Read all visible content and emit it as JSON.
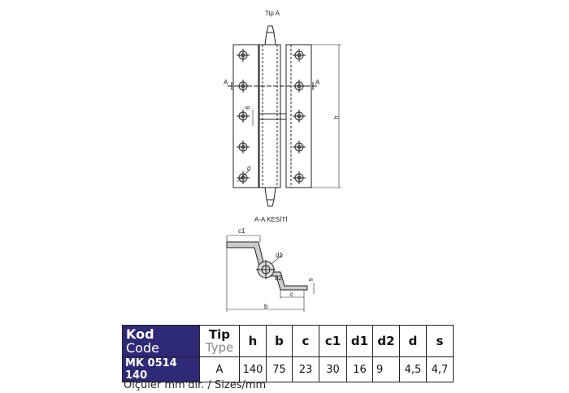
{
  "drawing": {
    "title": "Tip A",
    "section_title": "A-A  KESİTİ",
    "section_marker": "A",
    "dims": {
      "h": "h",
      "six": "6",
      "d": "d",
      "c1": "c1",
      "d1": "d1",
      "d2": "d2",
      "s": "s",
      "c": "c",
      "b": "b"
    }
  },
  "table": {
    "header": {
      "kod": "Kod",
      "code": "Code",
      "tip": "Tip",
      "type": "Type",
      "cols": [
        "h",
        "b",
        "c",
        "c1",
        "d1",
        "d2",
        "d",
        "s"
      ]
    },
    "row": {
      "code": "MK 0514 140",
      "tip": "A",
      "values": [
        "140",
        "75",
        "23",
        "30",
        "16",
        "9",
        "4,5",
        "4,7"
      ]
    }
  },
  "note": "Ölçüler mm'dir. / Sizes/mm",
  "colors": {
    "header_bg": "#2e2a78"
  }
}
